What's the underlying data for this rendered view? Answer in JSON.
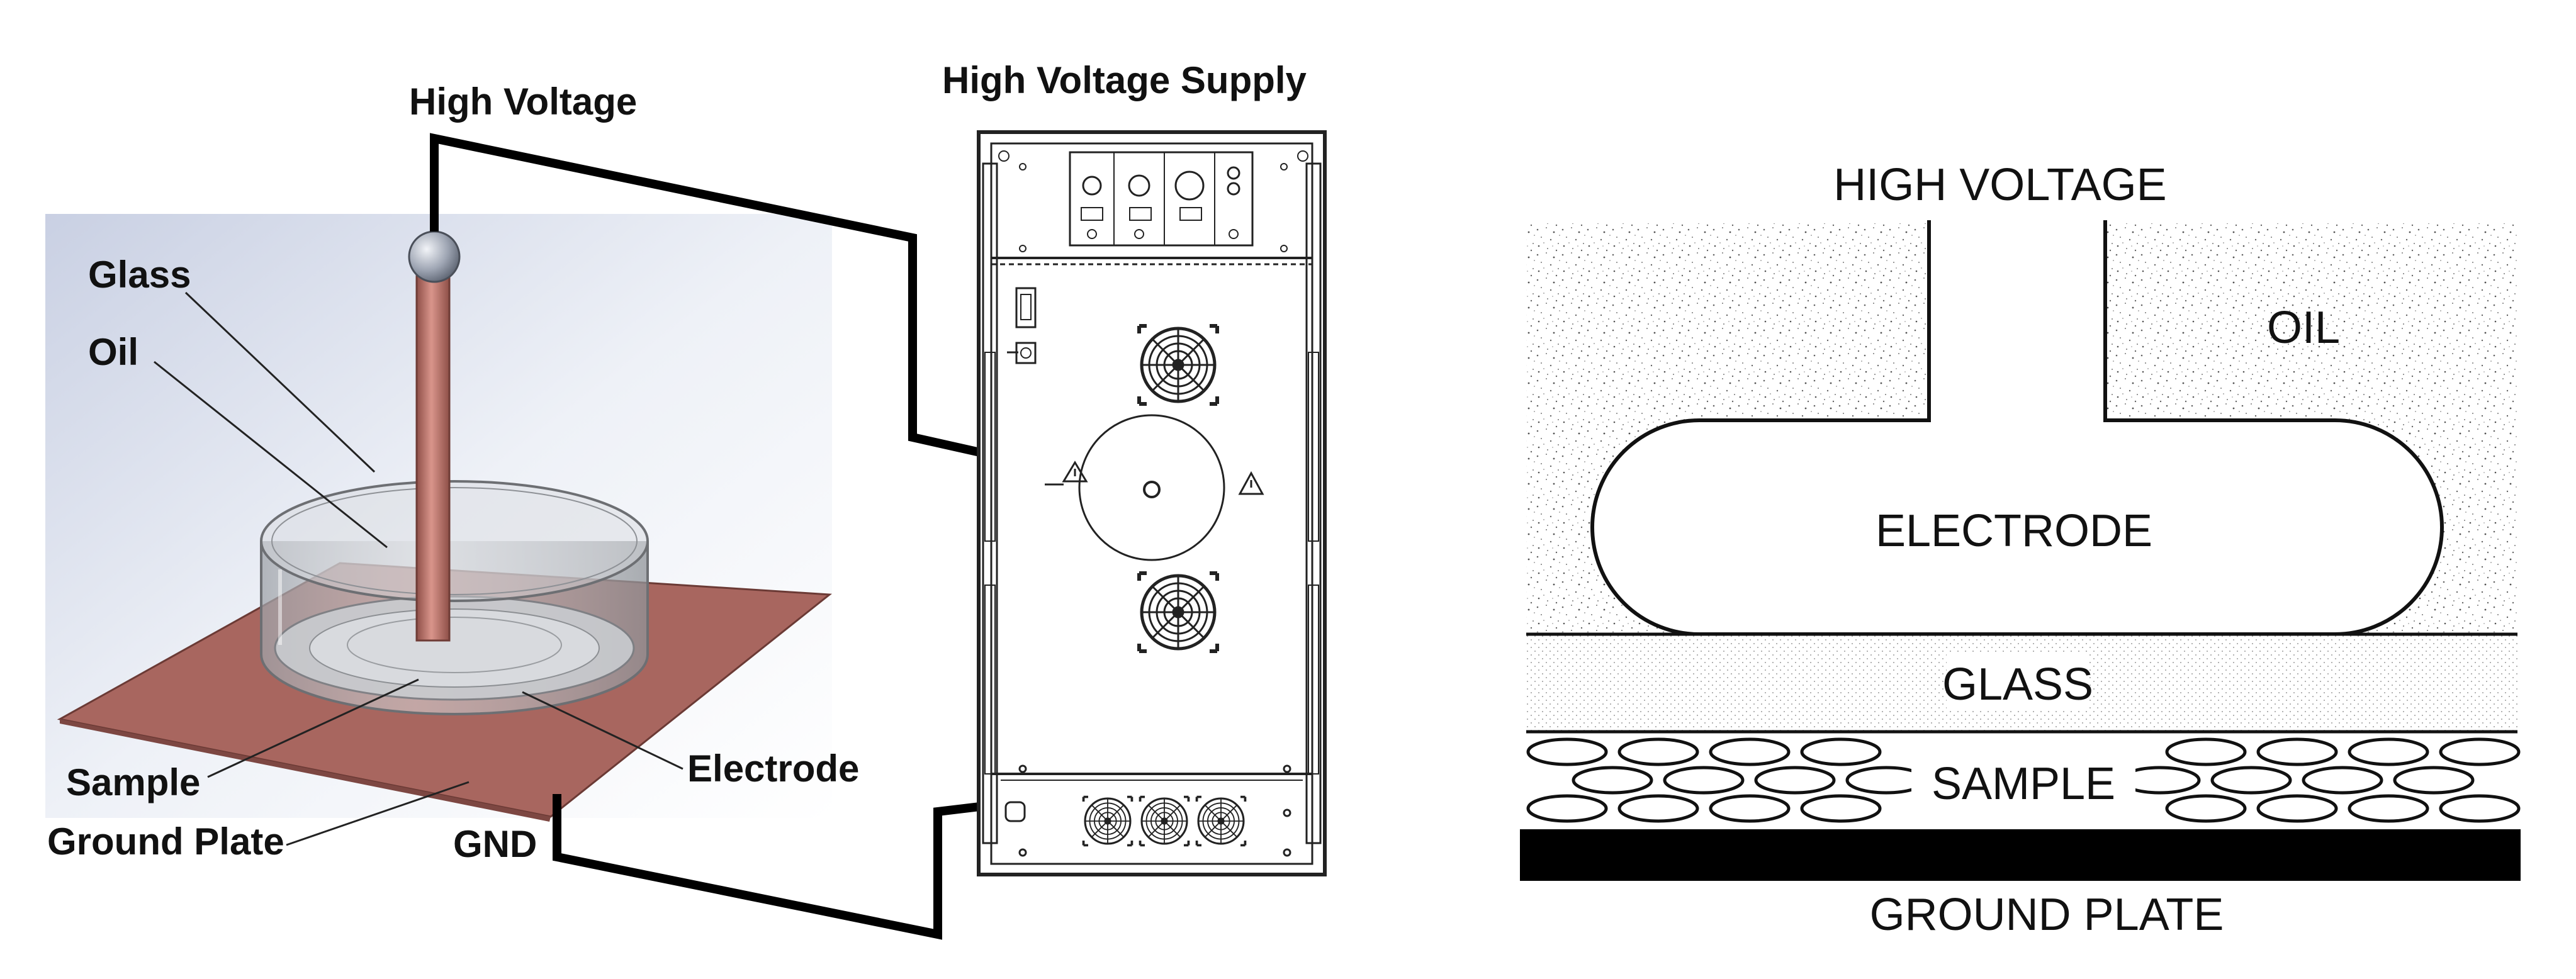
{
  "left_diagram": {
    "labels": {
      "high_voltage": "High Voltage",
      "supply": "High Voltage Supply",
      "glass": "Glass",
      "oil": "Oil",
      "sample": "Sample",
      "ground_plate": "Ground  Plate",
      "electrode": "Electrode",
      "gnd": "GND"
    }
  },
  "right_diagram": {
    "labels": {
      "high_voltage": "HIGH VOLTAGE",
      "oil": "OIL",
      "electrode": "ELECTRODE",
      "glass": "GLASS",
      "sample": "SAMPLE",
      "ground_plate": "GROUND PLATE"
    }
  },
  "colors": {
    "copper": "#a8665f",
    "rod": "#c07a72",
    "wire": "#000000",
    "background_panel": "#e2e7f1"
  }
}
